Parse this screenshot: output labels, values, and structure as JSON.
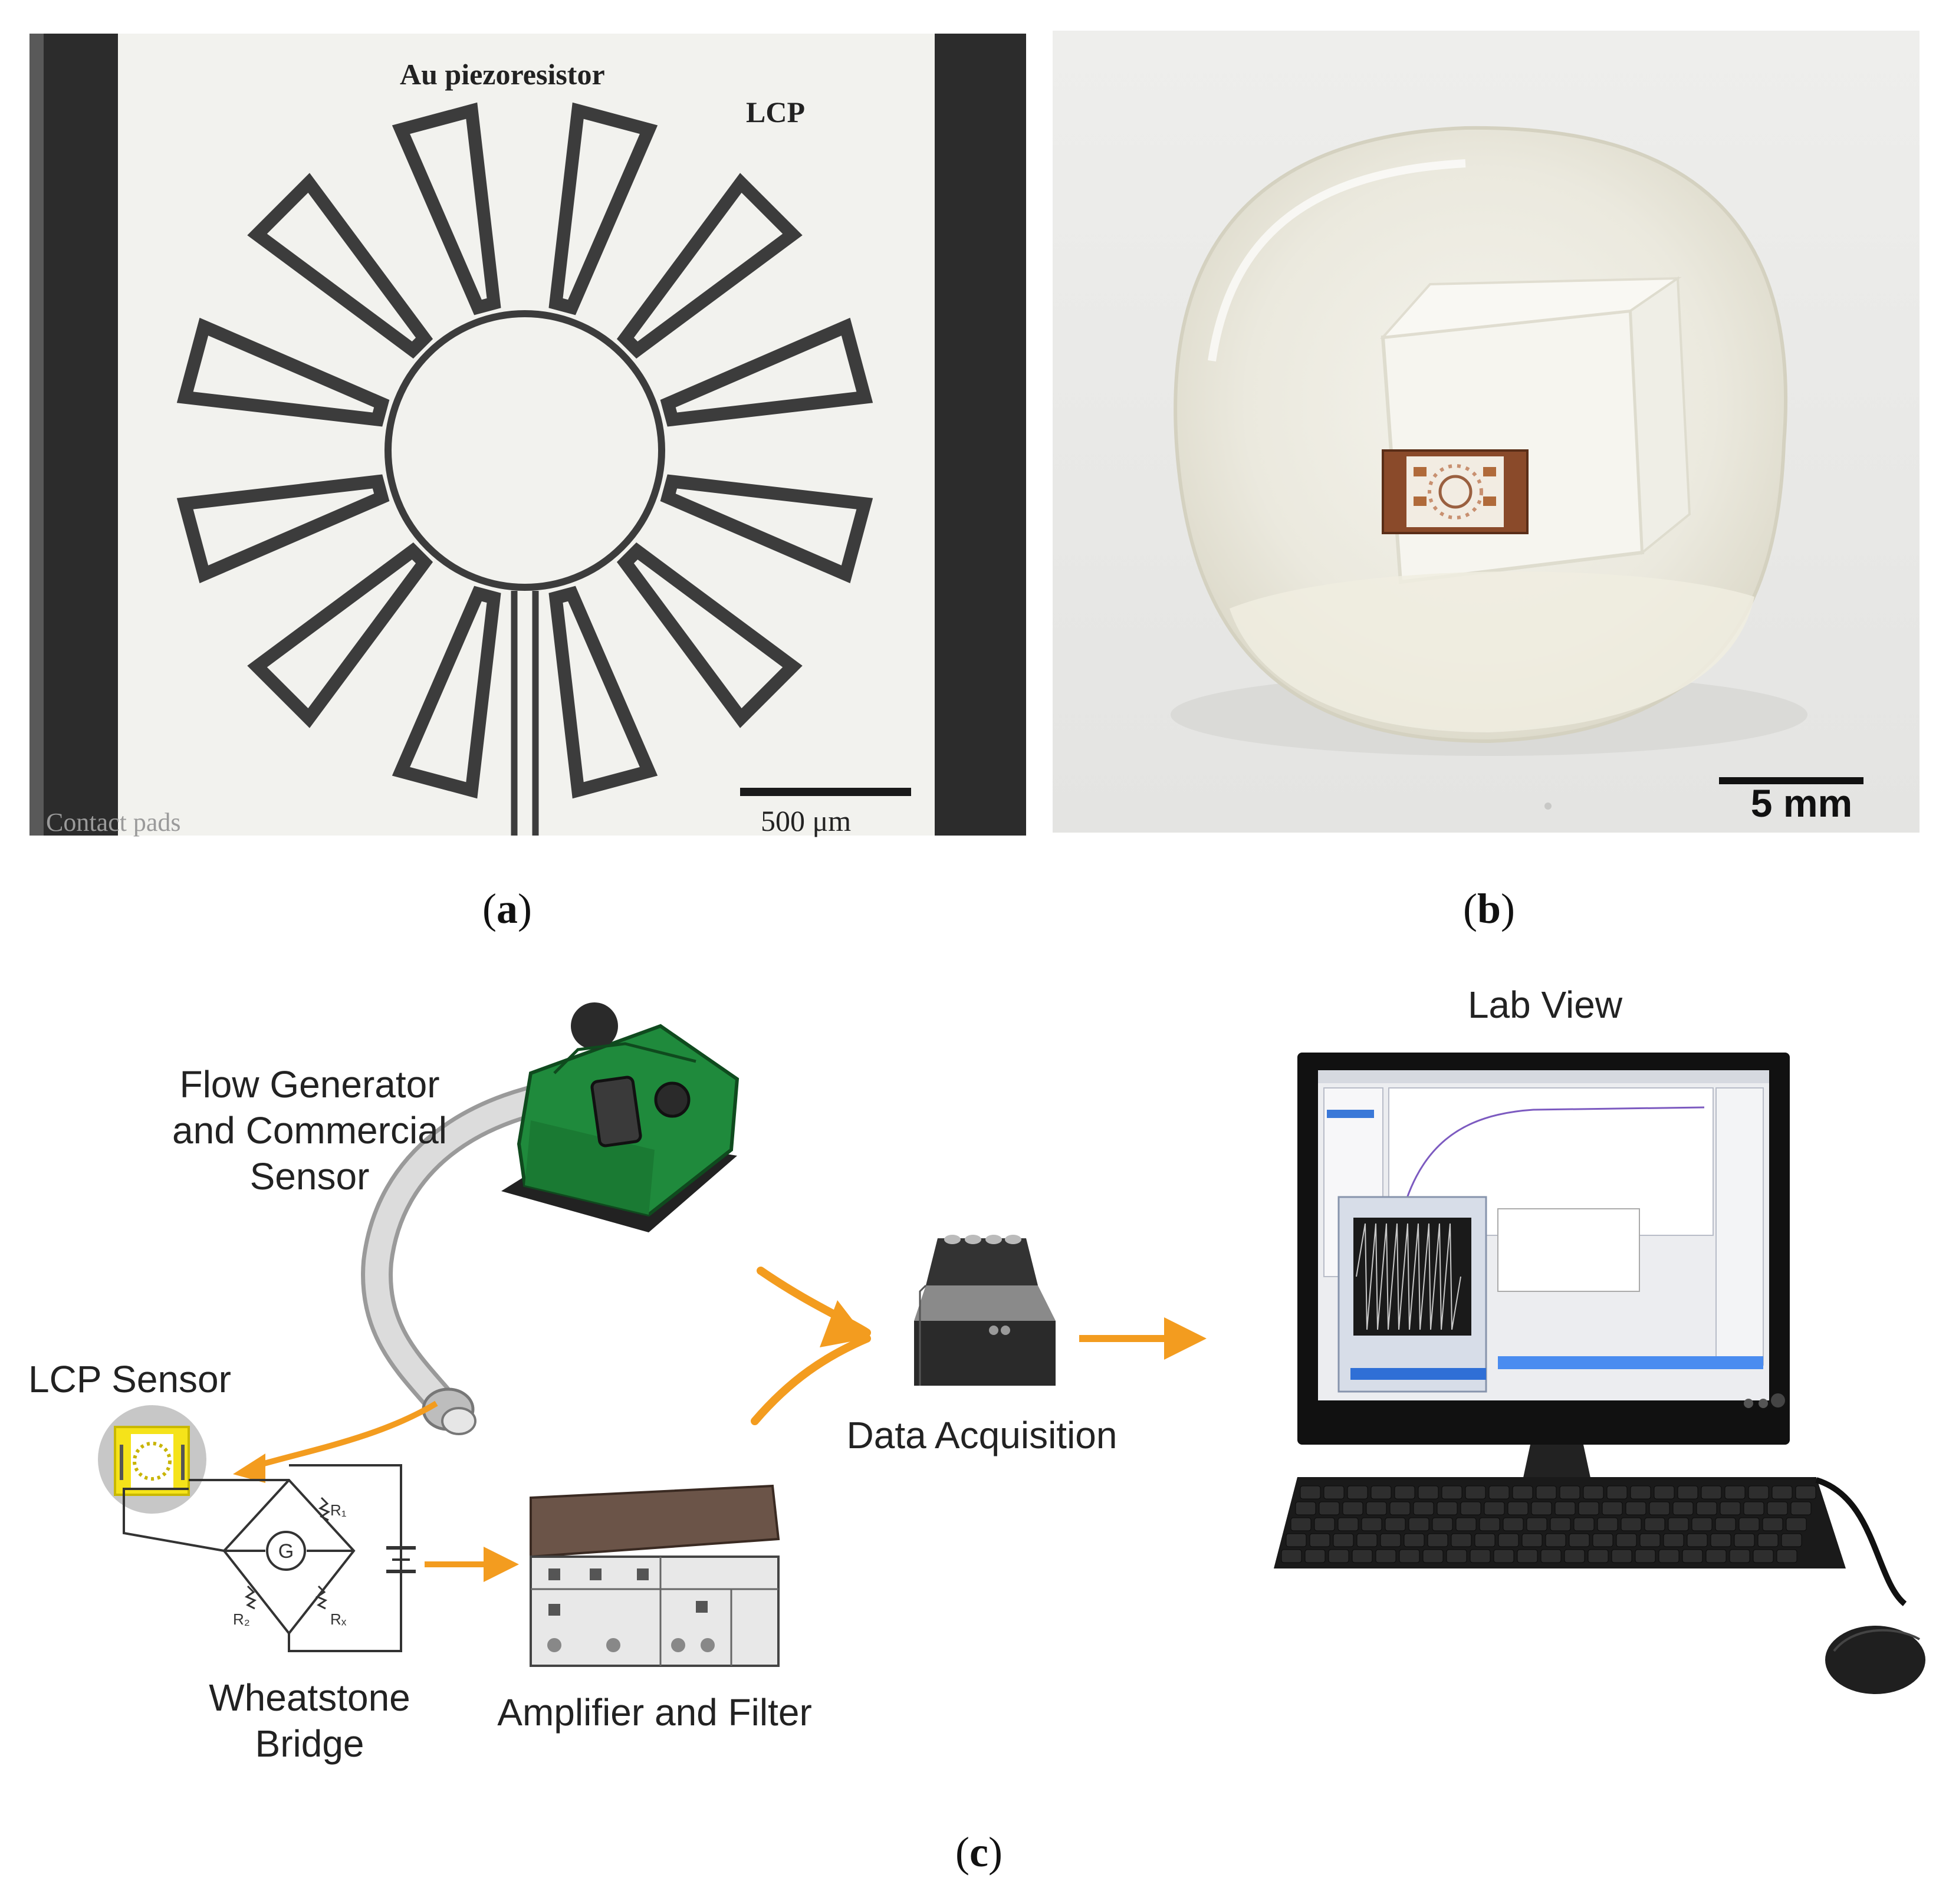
{
  "panel_a": {
    "label_piezoresistor": "Au piezoresistor",
    "label_lcp": "LCP",
    "label_contact_pads": "Contact pads",
    "scale_bar": "500 μm",
    "caption_letter": "a"
  },
  "panel_b": {
    "scale_bar": "5 mm",
    "caption_letter": "b"
  },
  "panel_c": {
    "flow_generator": "Flow Generator\nand Commercial\nSensor",
    "lcp_sensor": "LCP Sensor",
    "wheatstone_bridge": "Wheatstone\nBridge",
    "amplifier_filter": "Amplifier and Filter",
    "data_acquisition": "Data Acquisition",
    "lab_view": "Lab View",
    "resistor_r1": "R₁",
    "resistor_r2": "R₂",
    "resistor_rx": "Rₓ",
    "galvanometer": "G",
    "caption_letter": "c"
  },
  "colors": {
    "arrow": "#f39c1f",
    "lcp_film": "#f2f2ee",
    "trace": "#3c3c3c",
    "frame": "#2c2c2c",
    "generator_green": "#1f8a3c",
    "amplifier_brown": "#6b5448",
    "sensor_yellow": "#f5e31a"
  }
}
